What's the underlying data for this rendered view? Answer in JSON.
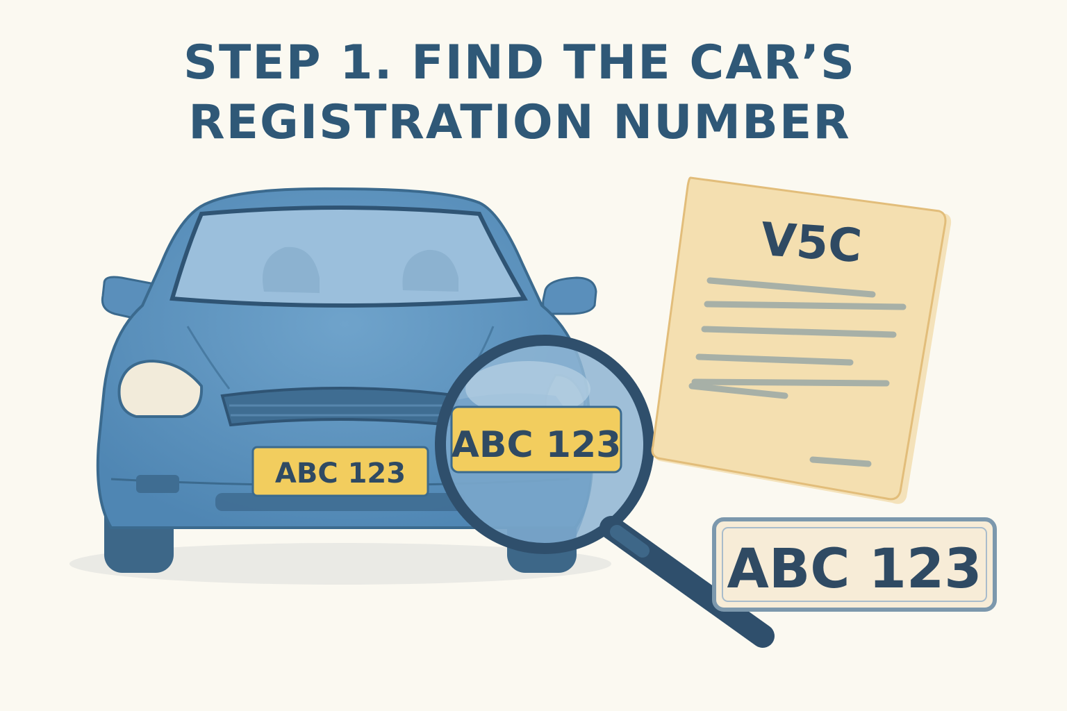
{
  "title": {
    "line1": "STEP 1. FIND THE CAR’S",
    "line2": "REGISTRATION NUMBER"
  },
  "car_plate": "ABC 123",
  "magnified_plate": "ABC 123",
  "document": {
    "heading": "V5C"
  },
  "standalone_plate": "ABC 123",
  "colors": {
    "title": "#2f5877",
    "car_body": "#5b93bf",
    "plate_yellow": "#f2cd5e",
    "document": "#f3dca9",
    "outline": "#33546f"
  },
  "icons": {
    "car": "car-icon",
    "magnifier": "magnifying-glass-icon",
    "document": "document-icon"
  }
}
